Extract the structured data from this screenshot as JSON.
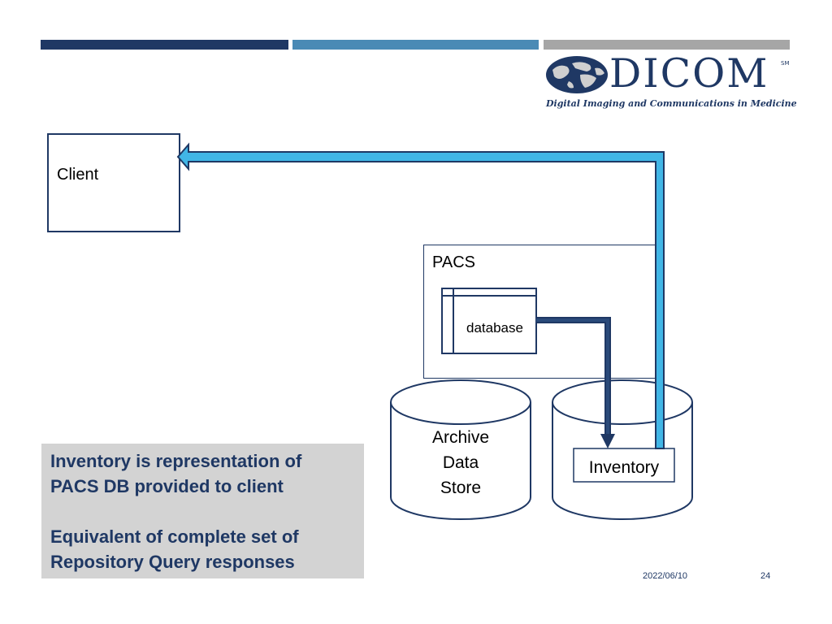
{
  "logo": {
    "wordmark": "DICOM",
    "service_mark": "SM",
    "tagline": "Digital Imaging and Communications in Medicine"
  },
  "diagram": {
    "client_label": "Client",
    "pacs_label": "PACS",
    "database_label": "database",
    "archive_label_lines": [
      "Archive",
      "Data",
      "Store"
    ],
    "inventory_label": "Inventory"
  },
  "info": {
    "line1": "Inventory is representation of",
    "line2": "PACS DB provided to client",
    "line3": "Equivalent of complete set of",
    "line4": "Repository Query responses"
  },
  "footer": {
    "date": "2022/06/10",
    "page": "24"
  },
  "colors": {
    "navy": "#1f3864",
    "mid_blue": "#4a8ab5",
    "gray": "#a6a6a6",
    "arrow_cyan": "#41b6e6",
    "info_bg": "#d3d3d3"
  }
}
